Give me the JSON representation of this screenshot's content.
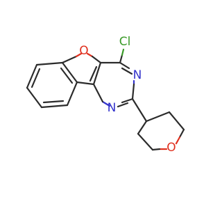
{
  "molecule": {
    "atoms": {
      "cl": "Cl",
      "o_furan": "O",
      "n3": "N",
      "n1": "N",
      "o_pyran": "O"
    },
    "colors": {
      "carbon": "#2b2b2b",
      "oxygen": "#e0301e",
      "nitrogen": "#3333cc",
      "chlorine": "#3a9a28"
    }
  }
}
